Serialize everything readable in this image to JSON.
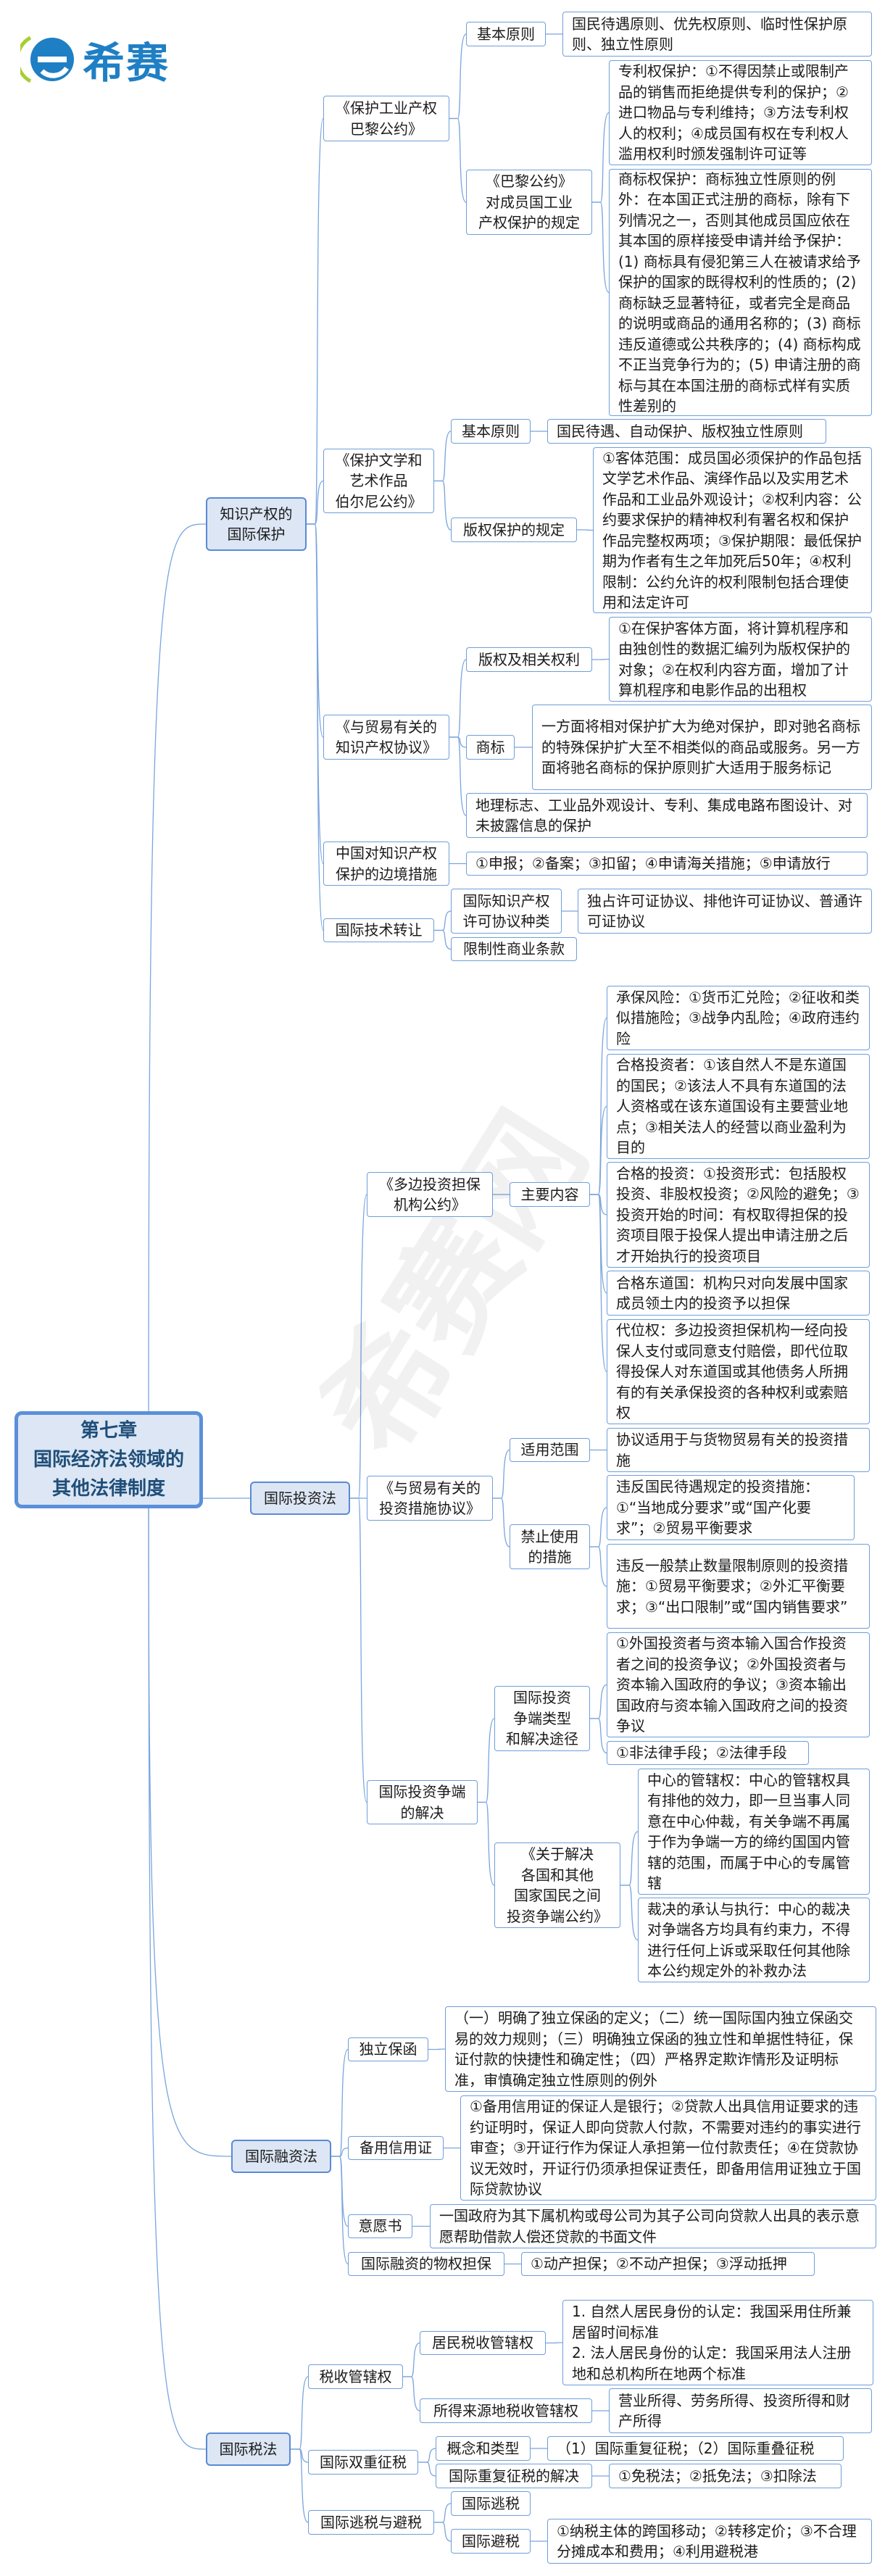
{
  "logo": {
    "text": "希赛",
    "colors": {
      "blue": "#1f7fc4",
      "green": "#a6cf2e"
    }
  },
  "watermark": "希赛网",
  "root": "第七章\n国际经济法领域的\n其他法律制度",
  "ip": {
    "title": "知识产权的\n国际保护",
    "paris": {
      "title": "《保护工业产权\n巴黎公约》",
      "basic_label": "基本原则",
      "basic": "国民待遇原则、优先权原则、临时性保护原则、独立性原则",
      "rules_label": "《巴黎公约》\n对成员国工业\n产权保护的规定",
      "patent": "专利权保护：①不得因禁止或限制产品的销售而拒绝提供专利的保护；②进口物品与专利维持；③方法专利权人的权利；④成员国有权在专利权人滥用权利时颁发强制许可证等",
      "trademark": "商标权保护：商标独立性原则的例外：在本国正式注册的商标，除有下列情况之一，否则其他成员国应依在其本国的原样接受申请并给予保护：(1) 商标具有侵犯第三人在被请求给予保护的国家的既得权利的性质的；(2) 商标缺乏显著特征，或者完全是商品的说明或商品的通用名称的；(3) 商标违反道德或公共秩序的；(4) 商标构成不正当竞争行为的；(5) 申请注册的商标与其在本国注册的商标式样有实质性差别的"
    },
    "berne": {
      "title": "《保护文学和\n艺术作品\n伯尔尼公约》",
      "basic_label": "基本原则",
      "basic": "国民待遇、自动保护、版权独立性原则",
      "copyright_label": "版权保护的规定",
      "copyright": "①客体范围：成员国必须保护的作品包括文学艺术作品、演绎作品以及实用艺术作品和工业品外观设计；②权利内容：公约要求保护的精神权利有署名权和保护作品完整权两项；③保护期限：最低保护期为作者有生之年加死后50年；④权利限制：公约允许的权利限制包括合理使用和法定许可"
    },
    "trips": {
      "title": "《与贸易有关的\n知识产权协议》",
      "copyright_label": "版权及相关权利",
      "copyright": "①在保护客体方面，将计算机程序和由独创性的数据汇编列为版权保护的对象；②在权利内容方面，增加了计算机程序和电影作品的出租权",
      "trademark_label": "商标",
      "trademark": "一方面将相对保护扩大为绝对保护，即对驰名商标的特殊保护扩大至不相类似的商品或服务。另一方面将驰名商标的保护原则扩大适用于服务标记",
      "others": "地理标志、工业品外观设计、专利、集成电路布图设计、对未披露信息的保护"
    },
    "border": {
      "title": "中国对知识产权\n保护的边境措施",
      "content": "①申报；②备案；③扣留；④申请海关措施；⑤申请放行"
    },
    "tech": {
      "title": "国际技术转让",
      "license_label": "国际知识产权\n许可协议种类",
      "license": "独占许可证协议、排他许可证协议、普通许可证协议",
      "restrict": "限制性商业条款"
    }
  },
  "inv": {
    "title": "国际投资法",
    "miga": {
      "title": "《多边投资担保\n机构公约》",
      "main_label": "主要内容",
      "risk": "承保风险：①货币汇兑险；②征收和类似措施险；③战争内乱险；④政府违约险",
      "investor": "合格投资者：①该自然人不是东道国的国民；②该法人不具有东道国的法人资格或在该东道国设有主要营业地点；③相关法人的经营以商业盈利为目的",
      "investment": "合格的投资：①投资形式：包括股权投资、非股权投资；②风险的避免；③投资开始的时间：有权取得担保的投资项目限于投保人提出申请注册之后才开始执行的投资项目",
      "host": "合格东道国：机构只对向发展中国家成员领土内的投资予以担保",
      "subrogation": "代位权：多边投资担保机构一经向投保人支付或同意支付赔偿，即代位取得投保人对东道国或其他债务人所拥有的有关承保投资的各种权利或索赔权"
    },
    "trims": {
      "title": "《与贸易有关的\n投资措施协议》",
      "scope_label": "适用范围",
      "scope": "协议适用于与货物贸易有关的投资措施",
      "ban_label": "禁止使用\n的措施",
      "ban_national": "违反国民待遇规定的投资措施：①“当地成分要求”或“国产化要求”；②贸易平衡要求",
      "ban_quantity": "违反一般禁止数量限制原则的投资措施：①贸易平衡要求；②外汇平衡要求；③“出口限制”或“国内销售要求”"
    },
    "dispute": {
      "title": "国际投资争端\n的解决",
      "type_label": "国际投资\n争端类型\n和解决途径",
      "types": "①外国投资者与资本输入国合作投资者之间的投资争议；②外国投资者与资本输入国政府的争议；③资本输出国政府与资本输入国政府之间的投资争议",
      "means": "①非法律手段；②法律手段",
      "icsid_label": "《关于解决\n各国和其他\n国家国民之间\n投资争端公约》",
      "jurisdiction": "中心的管辖权：中心的管辖权具有排他的效力，即一旦当事人同意在中心仲裁，有关争端不再属于作为争端一方的缔约国国内管辖的范围，而属于中心的专属管辖",
      "award": "裁决的承认与执行：中心的裁决对争端各方均具有约束力，不得进行任何上诉或采取任何其他除本公约规定外的补救办法"
    }
  },
  "fin": {
    "title": "国际融资法",
    "guarantee_label": "独立保函",
    "guarantee": "（一）明确了独立保函的定义；（二）统一国际国内独立保函交易的效力规则；（三）明确独立保函的独立性和单据性特征，保证付款的快捷性和确定性；（四）严格界定欺诈情形及证明标准，审慎确定独立性原则的例外",
    "sblc_label": "备用信用证",
    "sblc": "①备用信用证的保证人是银行；②贷款人出具信用证要求的违约证明时，保证人即向贷款人付款，不需要对违约的事实进行审查；③开证行作为保证人承担第一位付款责任；④在贷款协议无效时，开证行仍须承担保证责任，即备用信用证独立于国际贷款协议",
    "loi_label": "意愿书",
    "loi": "一国政府为其下属机构或母公司为其子公司向贷款人出具的表示意愿帮助借款人偿还贷款的书面文件",
    "security_label": "国际融资的物权担保",
    "security": "①动产担保；②不动产担保；③浮动抵押"
  },
  "tax": {
    "title": "国际税法",
    "jurisdiction": {
      "title": "税收管辖权",
      "resident_label": "居民税收管辖权",
      "resident": "1. 自然人居民身份的认定：我国采用住所兼居留时间标准\n2. 法人居民身份的认定：我国采用法人注册地和总机构所在地两个标准",
      "source_label": "所得来源地税收管辖权",
      "source": "营业所得、劳务所得、投资所得和财产所得"
    },
    "double": {
      "title": "国际双重征税",
      "concept_label": "概念和类型",
      "concept": "（1）国际重复征税；（2）国际重叠征税",
      "solution_label": "国际重复征税的解决",
      "solution": "①免税法；②抵免法；③扣除法"
    },
    "evasion": {
      "title": "国际逃税与避税",
      "evasion_label": "国际逃税",
      "avoidance_label": "国际避税",
      "avoidance": "①纳税主体的跨国移动；②转移定价；③不合理分摊成本和费用；④利用避税港"
    }
  }
}
